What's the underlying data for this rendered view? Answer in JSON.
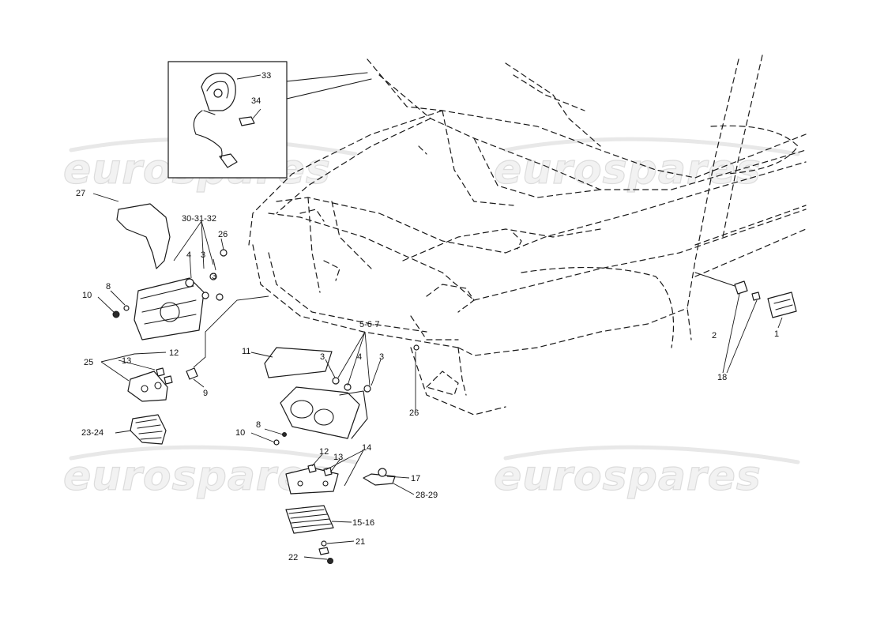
{
  "watermark": {
    "text": "eurospares"
  },
  "callouts": {
    "c33": "33",
    "c34": "34",
    "c27": "27",
    "c30_31_32": "30-31-32",
    "c26a": "26",
    "c4a": "4",
    "c3a": "3",
    "c3b": "3",
    "c8a": "8",
    "c10a": "10",
    "c12a": "12",
    "c25": "25",
    "c13a": "13",
    "c9": "9",
    "c23_24": "23-24",
    "c11": "11",
    "c5_6_7": "5-6-7",
    "c3c": "3",
    "c4b": "4",
    "c3d": "3",
    "c26b": "26",
    "c8b": "8",
    "c10b": "10",
    "c12b": "12",
    "c13b": "13",
    "c14": "14",
    "c17": "17",
    "c28_29": "28-29",
    "c15_16": "15-16",
    "c21": "21",
    "c22": "22",
    "c2": "2",
    "c18": "18",
    "c1": "1"
  }
}
